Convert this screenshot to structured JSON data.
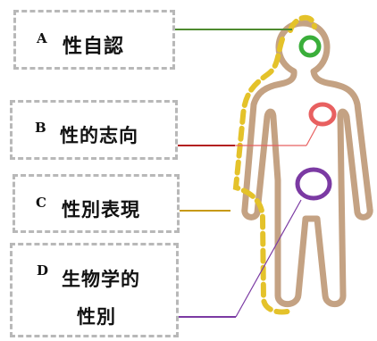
{
  "labels": {
    "a": {
      "letter": "A",
      "text": "性自認"
    },
    "b": {
      "letter": "B",
      "text": "性的志向"
    },
    "c": {
      "letter": "C",
      "text": "性別表現"
    },
    "d": {
      "letter": "D",
      "text_line1": "生物学的",
      "text_line2": "性別"
    }
  },
  "colors": {
    "body_outline": "#c4a283",
    "dashed_outline": "#e4c22a",
    "box_border": "#b8b8b8",
    "a_line": "#4e8a2f",
    "a_circle": "#3aae3a",
    "b_line": "#b32020",
    "b_circle": "#e86060",
    "c_line": "#c79a16",
    "d_line": "#7b3aa3",
    "d_circle": "#7b3aa3"
  }
}
